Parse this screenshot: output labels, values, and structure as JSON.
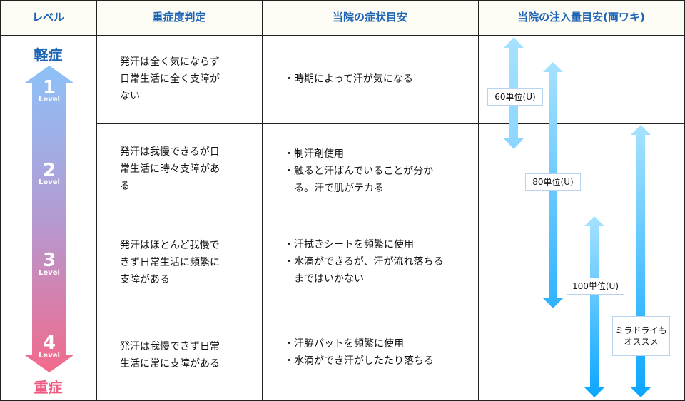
{
  "header": {
    "level": "レベル",
    "severity": "重症度判定",
    "symptoms": "当院の症状目安",
    "dose": "当院の注入量目安(両ワキ)"
  },
  "level_scale": {
    "mild": "軽症",
    "severe": "重症",
    "levels": [
      {
        "num": "1",
        "label": "Level"
      },
      {
        "num": "2",
        "label": "Level"
      },
      {
        "num": "3",
        "label": "Level"
      },
      {
        "num": "4",
        "label": "Level"
      }
    ],
    "colors": {
      "top": "#8cc2f8",
      "bottom": "#f26a8c",
      "mild_text": "#1e64b4",
      "severe_text": "#f05a82"
    }
  },
  "rows": [
    {
      "severity": "発汗は全く気にならず\n日常生活に全く支障が\nない",
      "symptoms": [
        "時期によって汗が気になる"
      ]
    },
    {
      "severity": "発汗は我慢できるが日\n常生活に時々支障があ\nる",
      "symptoms": [
        "制汗剤使用",
        "触ると汗ばんでいることが分か\nる。汗で肌がテカる"
      ]
    },
    {
      "severity": "発汗はほとんど我慢で\nきず日常生活に頻繁に\n支障がある",
      "symptoms": [
        "汗拭きシートを頻繁に使用",
        "水滴ができるが、汗が流れ落ちる\nまではいかない"
      ]
    },
    {
      "severity": "発汗は我慢できず日常\n生活に常に支障がある",
      "symptoms": [
        "汗脇パットを頻繁に使用",
        "水滴ができ汗がしたたり落ちる"
      ]
    }
  ],
  "bullet": "・",
  "doses": [
    {
      "label": "60単位(U)"
    },
    {
      "label": "80単位(U)"
    },
    {
      "label": "100単位(U)"
    },
    {
      "label": "ミラドライも\nオススメ"
    }
  ],
  "dose_colors": {
    "light": "#a6e2ff",
    "dark": "#0aa6ff"
  }
}
